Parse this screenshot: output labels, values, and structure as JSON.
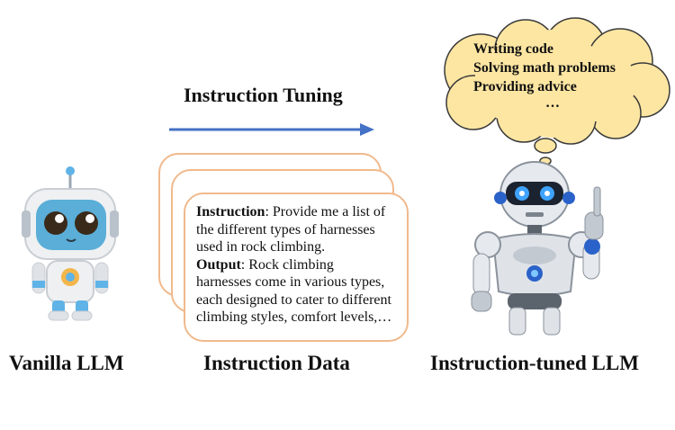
{
  "process": {
    "title": "Instruction Tuning"
  },
  "labels": {
    "vanilla": "Vanilla LLM",
    "data": "Instruction Data",
    "tuned": "Instruction-tuned LLM"
  },
  "card": {
    "instruction_key": "Instruction",
    "instruction_line1_rest": ": Provide me a list of",
    "instruction_line2": "the different types of harnesses",
    "instruction_line3": "used in rock climbing.",
    "output_key": "Output",
    "output_line1_rest": ": Rock climbing",
    "output_line2": "harnesses come in various types,",
    "output_line3": "each designed to cater to different",
    "output_line4": "climbing styles, comfort levels,…"
  },
  "thought_bubble": {
    "items": [
      "Writing code",
      "Solving math problems",
      "Providing advice"
    ],
    "ellipsis": "…"
  },
  "colors": {
    "arrow": "#4472c4",
    "card_border": "#f0b98c",
    "cloud_fill": "#fde6a2",
    "cloud_stroke": "#3a3a3a"
  }
}
